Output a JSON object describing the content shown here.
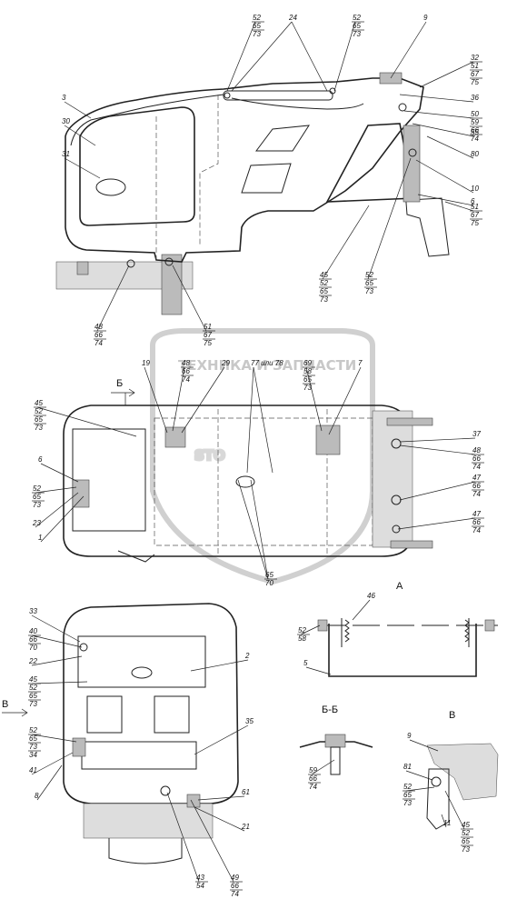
{
  "views": {
    "a": "А",
    "bb": "Б-Б",
    "v": "В",
    "cut_b": "Б",
    "arrow_v": "В"
  },
  "watermark": {
    "text": "ТЕХНИКА И ЗАПЧАСТИ",
    "logo": "STO"
  },
  "callouts": [
    {
      "id": "c24",
      "lines": [
        "24"
      ]
    },
    {
      "id": "c52a",
      "lines": [
        "52",
        "65",
        "73"
      ]
    },
    {
      "id": "c52b",
      "lines": [
        "52",
        "65",
        "73"
      ]
    },
    {
      "id": "c9a",
      "lines": [
        "9"
      ]
    },
    {
      "id": "c32",
      "lines": [
        "32",
        "51",
        "67",
        "75"
      ]
    },
    {
      "id": "c36",
      "lines": [
        "36"
      ]
    },
    {
      "id": "c50",
      "lines": [
        "50",
        "59",
        "66",
        "74"
      ]
    },
    {
      "id": "c55",
      "lines": [
        "55"
      ]
    },
    {
      "id": "c80",
      "lines": [
        "80"
      ]
    },
    {
      "id": "c10",
      "lines": [
        "10"
      ]
    },
    {
      "id": "c6a",
      "lines": [
        "6"
      ]
    },
    {
      "id": "c51a",
      "lines": [
        "51",
        "67",
        "75"
      ]
    },
    {
      "id": "c3",
      "lines": [
        "3"
      ]
    },
    {
      "id": "c30",
      "lines": [
        "30"
      ]
    },
    {
      "id": "c31",
      "lines": [
        "31"
      ]
    },
    {
      "id": "c45a",
      "lines": [
        "45",
        "52",
        "65",
        "73"
      ]
    },
    {
      "id": "c52c",
      "lines": [
        "52",
        "65",
        "73"
      ]
    },
    {
      "id": "c48a",
      "lines": [
        "48",
        "66",
        "74"
      ]
    },
    {
      "id": "c51b",
      "lines": [
        "51",
        "67",
        "75"
      ]
    },
    {
      "id": "c19",
      "lines": [
        "19"
      ]
    },
    {
      "id": "c48b",
      "lines": [
        "48",
        "66",
        "74"
      ]
    },
    {
      "id": "c29",
      "lines": [
        "29"
      ]
    },
    {
      "id": "c77",
      "lines": [
        "77 или 78"
      ]
    },
    {
      "id": "c69",
      "lines": [
        "69",
        "58",
        "65",
        "73"
      ]
    },
    {
      "id": "c7",
      "lines": [
        "7"
      ]
    },
    {
      "id": "c45b",
      "lines": [
        "45",
        "52",
        "65",
        "73"
      ]
    },
    {
      "id": "c37",
      "lines": [
        "37"
      ]
    },
    {
      "id": "c48c",
      "lines": [
        "48",
        "66",
        "74"
      ]
    },
    {
      "id": "c6b",
      "lines": [
        "6"
      ]
    },
    {
      "id": "c52d",
      "lines": [
        "52",
        "65",
        "73"
      ]
    },
    {
      "id": "c23",
      "lines": [
        "23"
      ]
    },
    {
      "id": "c1",
      "lines": [
        "1"
      ]
    },
    {
      "id": "c47a",
      "lines": [
        "47",
        "66",
        "74"
      ]
    },
    {
      "id": "c47b",
      "lines": [
        "47",
        "66",
        "74"
      ]
    },
    {
      "id": "c65",
      "lines": [
        "65",
        "70"
      ]
    },
    {
      "id": "c33",
      "lines": [
        "33"
      ]
    },
    {
      "id": "c40",
      "lines": [
        "40",
        "66",
        "70"
      ]
    },
    {
      "id": "c22",
      "lines": [
        "22"
      ]
    },
    {
      "id": "c45c",
      "lines": [
        "45",
        "52",
        "65",
        "73"
      ]
    },
    {
      "id": "c2",
      "lines": [
        "2"
      ]
    },
    {
      "id": "c35",
      "lines": [
        "35"
      ]
    },
    {
      "id": "c52e",
      "lines": [
        "52",
        "65",
        "73",
        "34"
      ]
    },
    {
      "id": "c41",
      "lines": [
        "41"
      ]
    },
    {
      "id": "c8",
      "lines": [
        "8"
      ]
    },
    {
      "id": "c61",
      "lines": [
        "61"
      ]
    },
    {
      "id": "c21",
      "lines": [
        "21"
      ]
    },
    {
      "id": "c43",
      "lines": [
        "43",
        "54"
      ]
    },
    {
      "id": "c49",
      "lines": [
        "49",
        "66",
        "74"
      ]
    },
    {
      "id": "c46",
      "lines": [
        "46"
      ]
    },
    {
      "id": "c52f",
      "lines": [
        "52",
        "58"
      ]
    },
    {
      "id": "c5",
      "lines": [
        "5"
      ]
    },
    {
      "id": "c59",
      "lines": [
        "59",
        "66",
        "74"
      ]
    },
    {
      "id": "c9b",
      "lines": [
        "9"
      ]
    },
    {
      "id": "c81",
      "lines": [
        "81"
      ]
    },
    {
      "id": "c52g",
      "lines": [
        "52",
        "65",
        "73"
      ]
    },
    {
      "id": "c11",
      "lines": [
        "11"
      ]
    },
    {
      "id": "c45d",
      "lines": [
        "45",
        "52",
        "65",
        "73"
      ]
    }
  ]
}
